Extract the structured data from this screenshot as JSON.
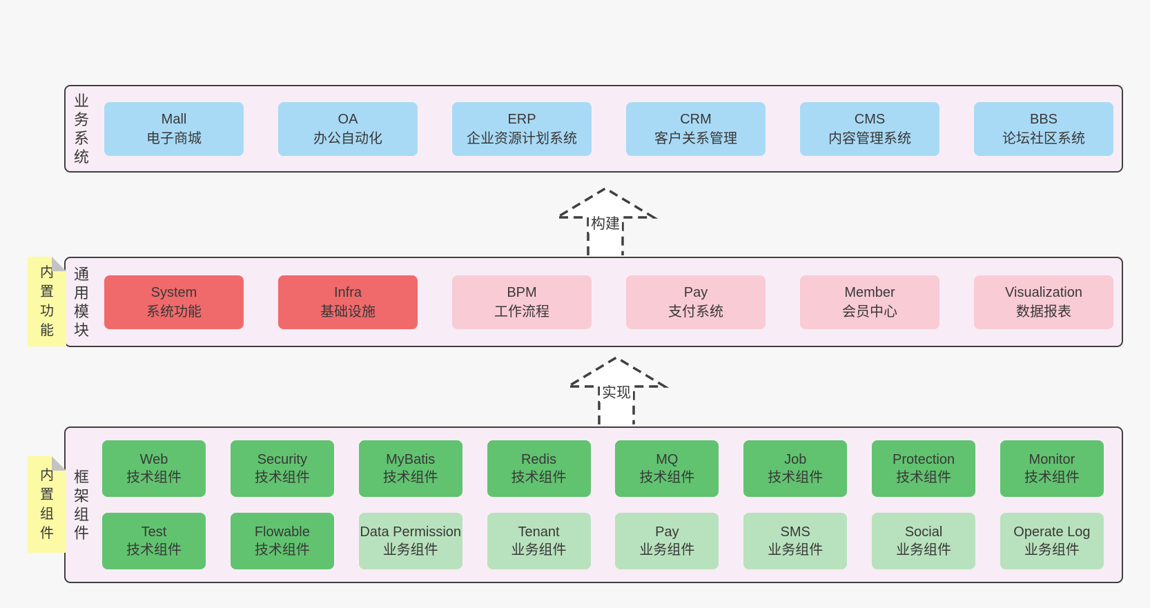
{
  "colors": {
    "page_bg": "#f7f7f7",
    "container_bg": "#f8edf6",
    "container_border": "#3f3f3f",
    "blue_box": "#a9daf5",
    "red_box": "#f06a6b",
    "pink_box": "#f9cbd5",
    "green_dark_box": "#61c36f",
    "green_light_box": "#b8e2bd",
    "note_yellow": "#fcfaa5",
    "note_fold_gray": "#c3c3c3",
    "text": "#383838"
  },
  "arrows": [
    {
      "label": "构建"
    },
    {
      "label": "实现"
    }
  ],
  "layers": [
    {
      "label": "业务系统",
      "boxes": [
        {
          "title": "Mall",
          "subtitle": "电子商城"
        },
        {
          "title": "OA",
          "subtitle": "办公自动化"
        },
        {
          "title": "ERP",
          "subtitle": "企业资源计划系统"
        },
        {
          "title": "CRM",
          "subtitle": "客户关系管理"
        },
        {
          "title": "CMS",
          "subtitle": "内容管理系统"
        },
        {
          "title": "BBS",
          "subtitle": "论坛社区系统"
        }
      ]
    },
    {
      "label": "通用模块",
      "note": "内置功能",
      "boxes": [
        {
          "title": "System",
          "subtitle": "系统功能"
        },
        {
          "title": "Infra",
          "subtitle": "基础设施"
        },
        {
          "title": "BPM",
          "subtitle": "工作流程"
        },
        {
          "title": "Pay",
          "subtitle": "支付系统"
        },
        {
          "title": "Member",
          "subtitle": "会员中心"
        },
        {
          "title": "Visualization",
          "subtitle": "数据报表"
        }
      ]
    },
    {
      "label": "框架组件",
      "note": "内置组件",
      "row1": [
        {
          "title": "Web",
          "subtitle": "技术组件"
        },
        {
          "title": "Security",
          "subtitle": "技术组件"
        },
        {
          "title": "MyBatis",
          "subtitle": "技术组件"
        },
        {
          "title": "Redis",
          "subtitle": "技术组件"
        },
        {
          "title": "MQ",
          "subtitle": "技术组件"
        },
        {
          "title": "Job",
          "subtitle": "技术组件"
        },
        {
          "title": "Protection",
          "subtitle": "技术组件"
        },
        {
          "title": "Monitor",
          "subtitle": "技术组件"
        }
      ],
      "row2": [
        {
          "title": "Test",
          "subtitle": "技术组件"
        },
        {
          "title": "Flowable",
          "subtitle": "技术组件"
        },
        {
          "title": "Data Permission",
          "subtitle": "业务组件"
        },
        {
          "title": "Tenant",
          "subtitle": "业务组件"
        },
        {
          "title": "Pay",
          "subtitle": "业务组件"
        },
        {
          "title": "SMS",
          "subtitle": "业务组件"
        },
        {
          "title": "Social",
          "subtitle": "业务组件"
        },
        {
          "title": "Operate Log",
          "subtitle": "业务组件"
        }
      ]
    }
  ]
}
